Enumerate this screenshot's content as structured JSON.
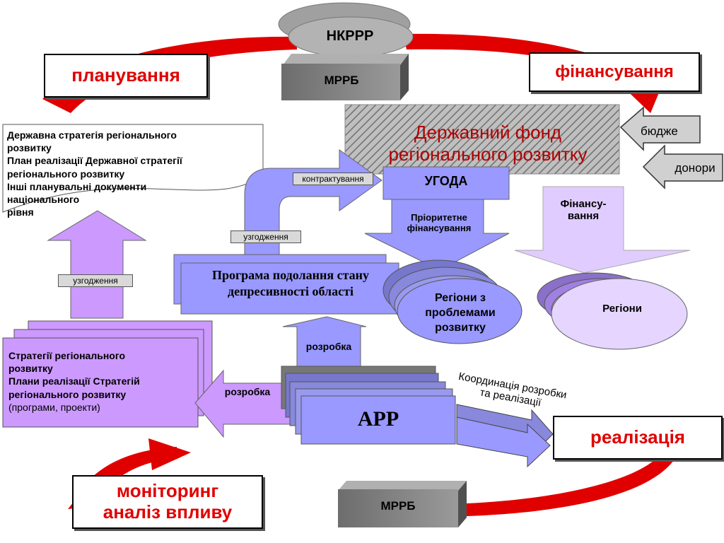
{
  "top": {
    "nkrrr": "НКРРР",
    "mrrb": "МРРБ"
  },
  "bottom": {
    "mrrb": "МРРБ"
  },
  "phases": {
    "planning": "планування",
    "financing": "фінансування",
    "implementation": "реалізація",
    "monitoring_line1": "моніторинг",
    "monitoring_line2": "аналіз впливу"
  },
  "fund": {
    "line1": "Державний фонд",
    "line2": "регіонального розвитку"
  },
  "sources": {
    "budget": "бюдже",
    "donors": "донори"
  },
  "national_docs": {
    "lines": [
      "Державна стратегія регіонального",
      "розвитку",
      "План реалізації Державної стратегії",
      "регіонального розвитку",
      "Інші планувальні документи",
      "національного",
      "рівня"
    ]
  },
  "regional_docs": {
    "lines": [
      "Стратегії регіонального",
      "розвитку",
      "Плани реалізації Стратегій",
      "регіонального розвитку"
    ],
    "note": "(програми, проекти)"
  },
  "labels": {
    "contracting": "контрактування",
    "approval_mid": "узгодження",
    "approval_left": "узгодження",
    "agreement": "УГОДА",
    "priority_line1": "Пріоритетне",
    "priority_line2": "фінансування",
    "financing_line1": "Фінансу-",
    "financing_line2": "вання",
    "regions": "Регіони",
    "problem_regions_line1": "Регіони з",
    "problem_regions_line2": "проблемами",
    "problem_regions_line3": "розвитку",
    "program_line1": "Програма подолання стану",
    "program_line2": "депресивності області",
    "development_up": "розробка",
    "development_left": "розробка",
    "arr": "АРР",
    "coordination_line1": "Координація розробки",
    "coordination_line2": "та реалізації"
  },
  "colors": {
    "accent_red": "#e00000",
    "lavender": "#9999ff",
    "violet": "#cc99ff"
  }
}
